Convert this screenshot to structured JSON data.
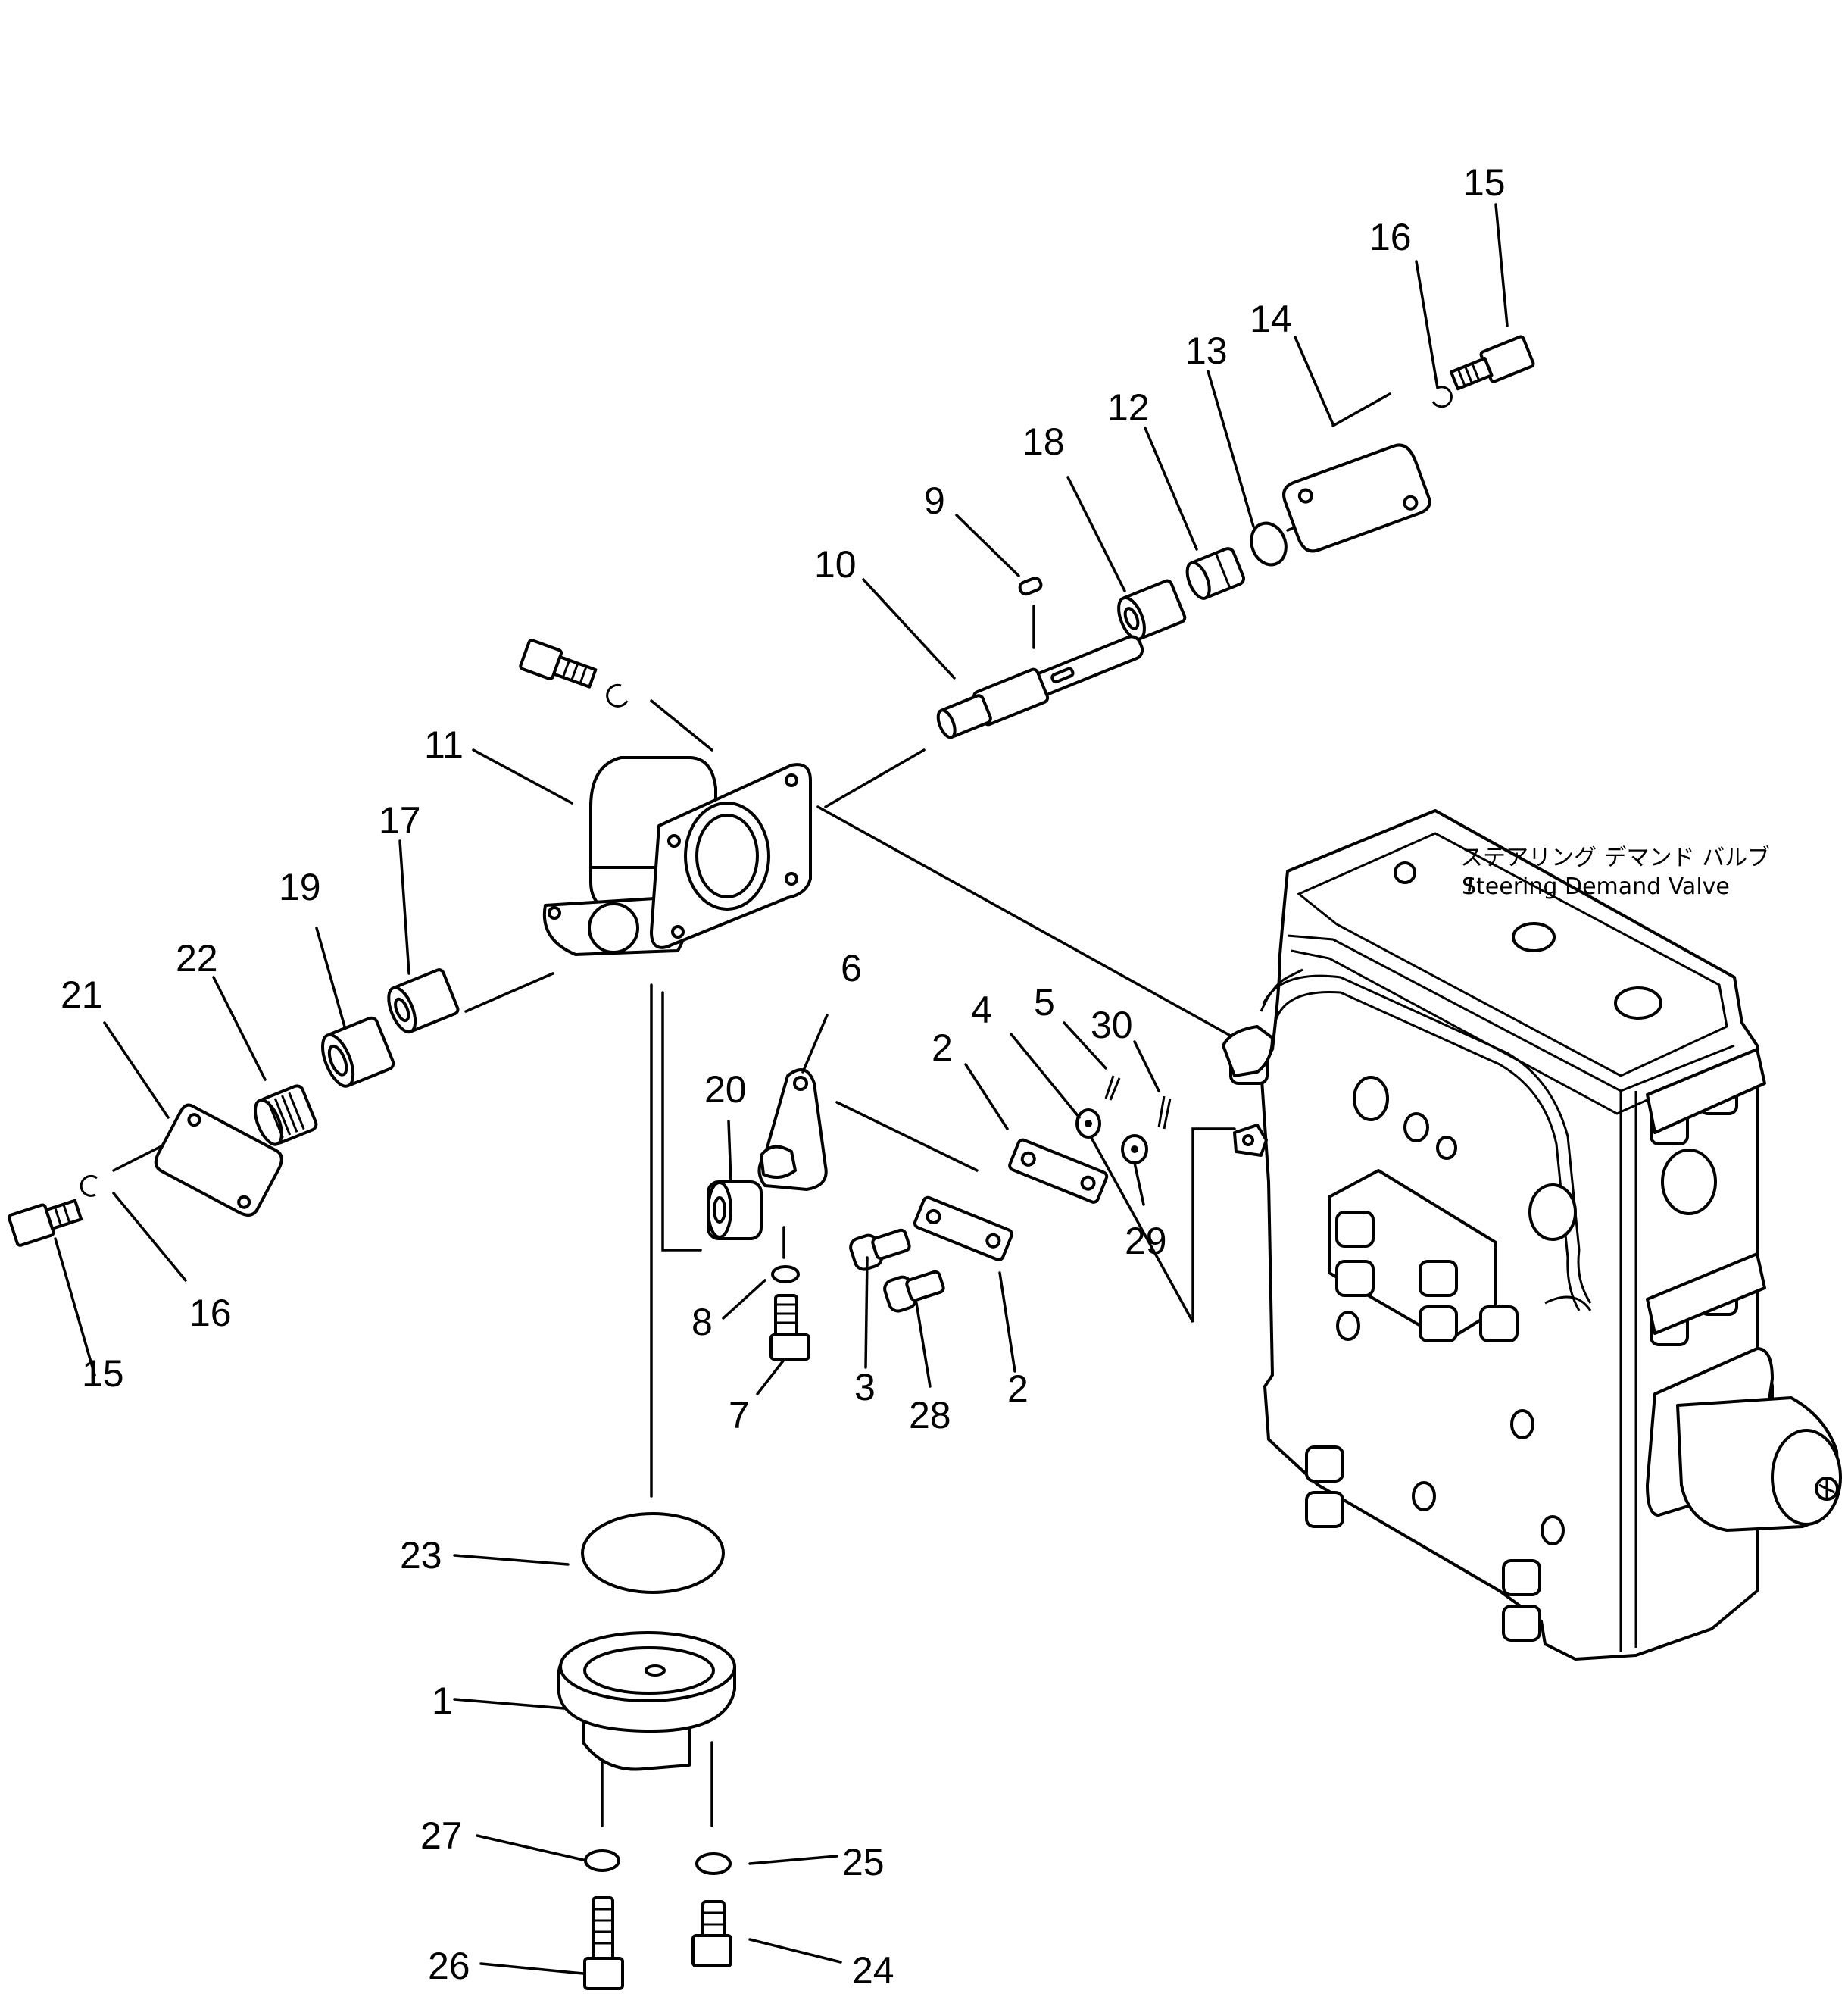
{
  "caption": {
    "japanese": "ステアリング デマンド バルブ",
    "english": "Steering Demand Valve"
  },
  "labels": {
    "n1": "1",
    "n2a": "2",
    "n2b": "2",
    "n3": "3",
    "n4": "4",
    "n5": "5",
    "n6": "6",
    "n7": "7",
    "n8": "8",
    "n9": "9",
    "n10": "10",
    "n11": "11",
    "n12": "12",
    "n13": "13",
    "n14": "14",
    "n15a": "15",
    "n15b": "15",
    "n16a": "16",
    "n16b": "16",
    "n17": "17",
    "n18": "18",
    "n19": "19",
    "n20": "20",
    "n21": "21",
    "n22": "22",
    "n23": "23",
    "n24": "24",
    "n25": "25",
    "n26": "26",
    "n27": "27",
    "n28": "28",
    "n29": "29",
    "n30": "30"
  }
}
